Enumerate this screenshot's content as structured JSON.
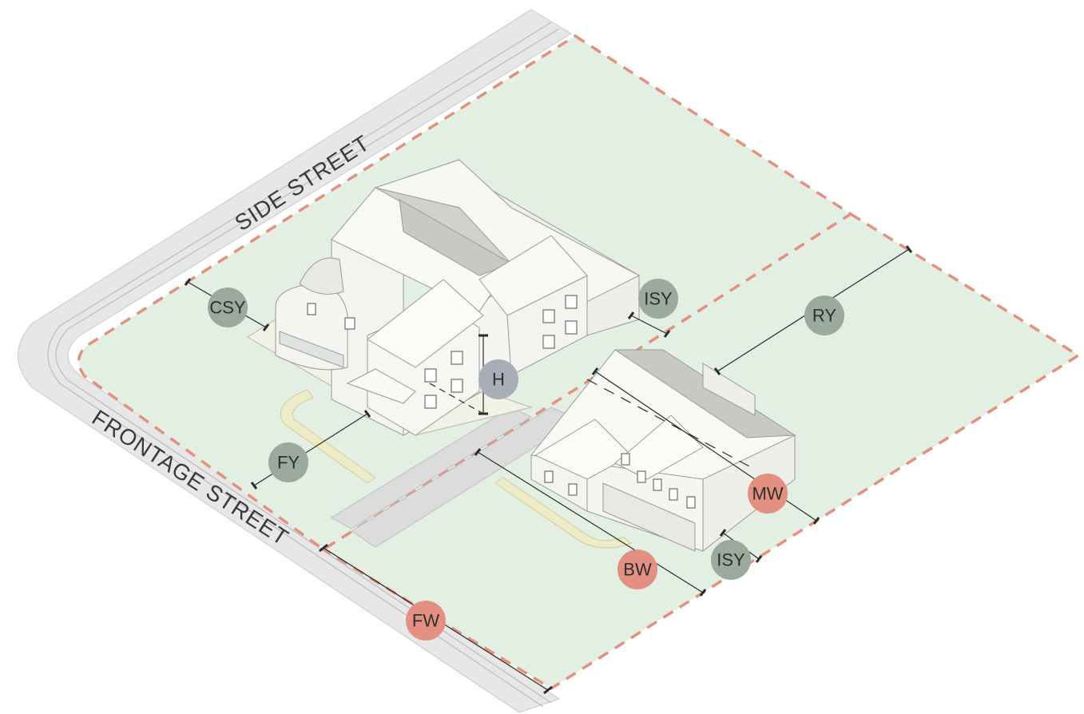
{
  "streets": {
    "side": "SIDE STREET",
    "frontage": "FRONTAGE STREET"
  },
  "badges": {
    "csy": "CSY",
    "isy_upper": "ISY",
    "ry": "RY",
    "h": "H",
    "fy": "FY",
    "mw": "MW",
    "bw": "BW",
    "isy_lower": "ISY",
    "fw": "FW"
  },
  "colors": {
    "lot_fill": "#e3efe2",
    "street": "#e6e6e6",
    "lot_line": "#e3917f",
    "badge_setback": "#9aaa9c",
    "badge_width": "#e38f82",
    "badge_height": "#a9adb7"
  }
}
